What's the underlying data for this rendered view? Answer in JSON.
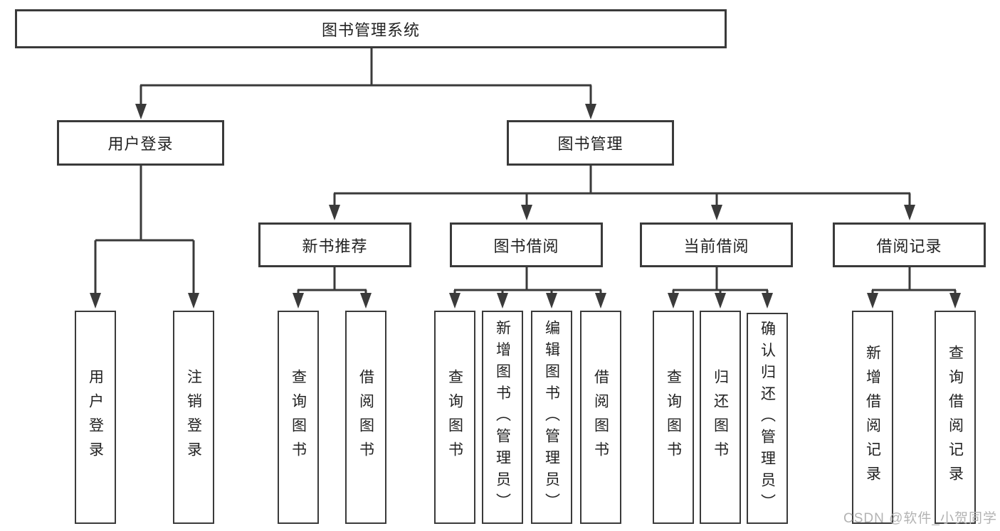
{
  "colors": {
    "line": "#3a3a3a",
    "box_border": "#3a3a3a",
    "text": "#222222",
    "watermark": "#b3b3b3",
    "background": "#ffffff"
  },
  "watermark": {
    "text": "CSDN @软件_小贺同学"
  },
  "tree": {
    "root": {
      "label": "图书管理系统",
      "children": [
        {
          "label": "用户登录",
          "children": [
            {
              "label": "用户登录"
            },
            {
              "label": "注销登录"
            }
          ]
        },
        {
          "label": "图书管理",
          "children": [
            {
              "label": "新书推荐",
              "children": [
                {
                  "label": "查询图书"
                },
                {
                  "label": "借阅图书"
                }
              ]
            },
            {
              "label": "图书借阅",
              "children": [
                {
                  "label": "查询图书"
                },
                {
                  "label": "新增图书（管理员）"
                },
                {
                  "label": "编辑图书（管理员）"
                },
                {
                  "label": "借阅图书"
                }
              ]
            },
            {
              "label": "当前借阅",
              "children": [
                {
                  "label": "查询图书"
                },
                {
                  "label": "归还图书"
                },
                {
                  "label": "确认归还（管理员）"
                }
              ]
            },
            {
              "label": "借阅记录",
              "children": [
                {
                  "label": "新增借阅记录"
                },
                {
                  "label": "查询借阅记录"
                }
              ]
            }
          ]
        }
      ]
    }
  }
}
